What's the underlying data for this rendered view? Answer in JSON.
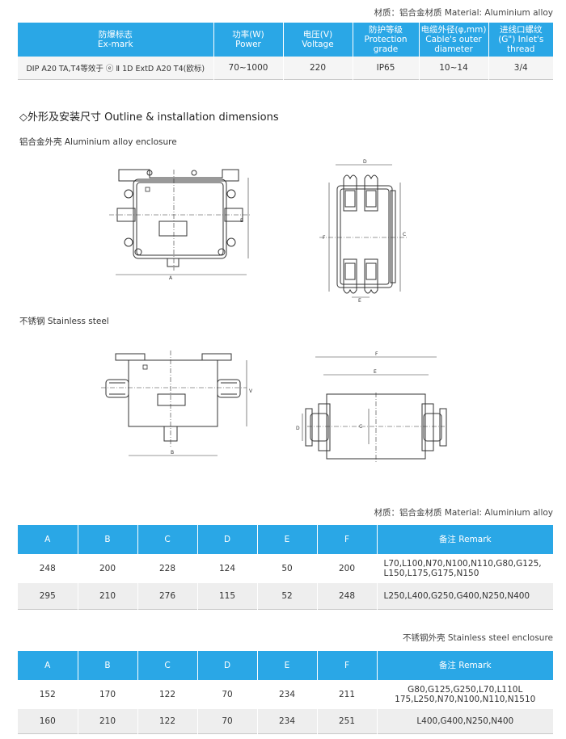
{
  "top_material": "材质：铝合金材质  Material: Aluminium alloy",
  "spec_table": {
    "headers": [
      {
        "cn": "防爆标志",
        "en": "Ex-mark"
      },
      {
        "cn": "功率(W)",
        "en": "Power"
      },
      {
        "cn": "电压(V)",
        "en": "Voltage"
      },
      {
        "cn": "防护等级",
        "en": "Protection grade"
      },
      {
        "cn": "电缆外径(φ,mm)",
        "en": "Cable's outer diameter"
      },
      {
        "cn": "进线口螺纹",
        "en": "(G\") Inlet's thread"
      }
    ],
    "row": [
      "DIP A20 TA,T4等效于 ⓔ Ⅱ 1D ExtD A20 T4(欧标)",
      "70~1000",
      "220",
      "IP65",
      "10~14",
      "3/4"
    ]
  },
  "section_title": "◇外形及安装尺寸 Outline & installation dimensions",
  "label_aluminium": "铝合金外壳 Aluminium alloy enclosure",
  "label_stainless": "不锈钢 Stainless steel",
  "dim_letters": {
    "A": "A",
    "B": "B",
    "C": "C",
    "D": "D",
    "E": "E",
    "F": "F",
    "V": "V"
  },
  "mid_material": "材质：铝合金材质  Material: Aluminium alloy",
  "alu_table": {
    "headers": [
      "A",
      "B",
      "C",
      "D",
      "E",
      "F",
      "备注 Remark"
    ],
    "rows": [
      [
        "248",
        "200",
        "228",
        "124",
        "50",
        "200",
        "L70,L100,N70,N100,N110,G80,G125,",
        "L150,L175,G175,N150"
      ],
      [
        "295",
        "210",
        "276",
        "115",
        "52",
        "248",
        "L250,L400,G250,G400,N250,N400",
        ""
      ]
    ]
  },
  "ss_caption": "不锈钢外壳 Stainless steel enclosure",
  "ss_table": {
    "headers": [
      "A",
      "B",
      "C",
      "D",
      "E",
      "F",
      "备注 Remark"
    ],
    "rows": [
      [
        "152",
        "170",
        "122",
        "70",
        "234",
        "211",
        "G80,G125,G250,L70,L110L",
        "175,L250,N70,N100,N110,N1510"
      ],
      [
        "160",
        "210",
        "122",
        "70",
        "234",
        "251",
        "L400,G400,N250,N400",
        ""
      ]
    ]
  }
}
